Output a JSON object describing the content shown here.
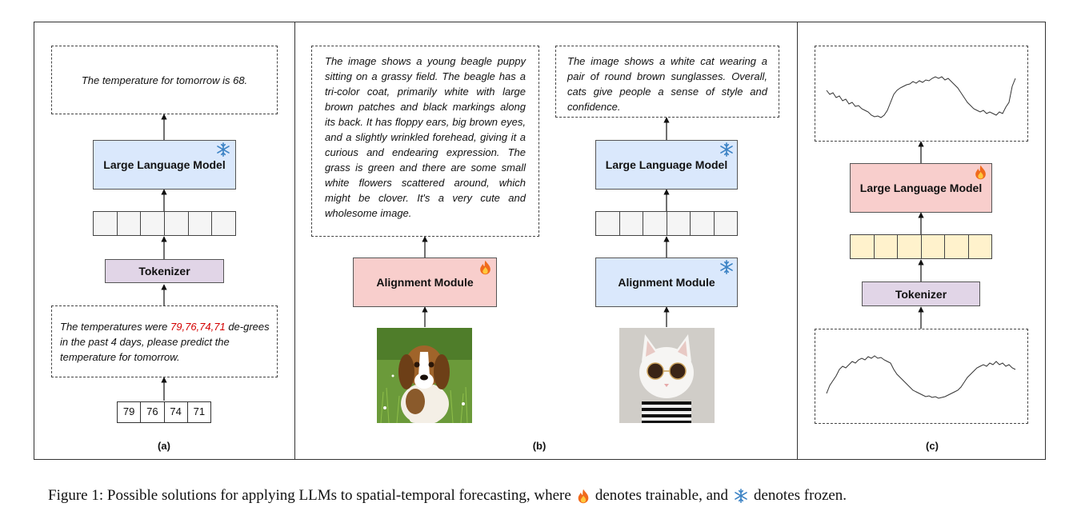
{
  "panel_a": {
    "output_text": "The temperature for tomorrow is 68.",
    "llm_label": "Large Language Model",
    "tokenizer_label": "Tokenizer",
    "prompt_before": "The temperatures were ",
    "prompt_numbers": "79,76,74,71",
    "prompt_after": " de-grees in the past 4 days, please predict the temperature for tomorrow.",
    "numbers": [
      "79",
      "76",
      "74",
      "71"
    ],
    "sublabel": "(a)"
  },
  "panel_b": {
    "left_text": "The image shows a young beagle puppy sitting on a grassy field. The beagle has a tri-color coat, primarily white with large brown patches and black markings along its back. It has floppy ears, big brown eyes, and a slightly wrinkled forehead, giving it a curious and endearing expression. The grass is green and there are some small white flowers scattered around, which might be clover. It's a very cute and wholesome image.",
    "left_module_label": "Alignment Module",
    "right_text": "The image shows a white cat wearing a pair of round brown sunglasses. Overall, cats give people a sense of style and confidence.",
    "right_llm_label": "Large Language Model",
    "right_module_label": "Alignment Module",
    "sublabel": "(b)"
  },
  "panel_c": {
    "llm_label": "Large Language Model",
    "tokenizer_label": "Tokenizer",
    "sublabel": "(c)"
  },
  "caption": {
    "prefix": "Figure 1: Possible solutions for applying LLMs to spatial-temporal forecasting, where",
    "middle": "denotes trainable, and",
    "suffix": "denotes frozen."
  },
  "colors": {
    "frozen_blue": "#dae8fc",
    "trainable_red": "#f8cecc",
    "tokenizer_purple": "#e1d5e7",
    "token_yellow": "#fff2cc",
    "highlight_red": "#d40000"
  },
  "icons": [
    "fire-icon",
    "snowflake-icon"
  ]
}
